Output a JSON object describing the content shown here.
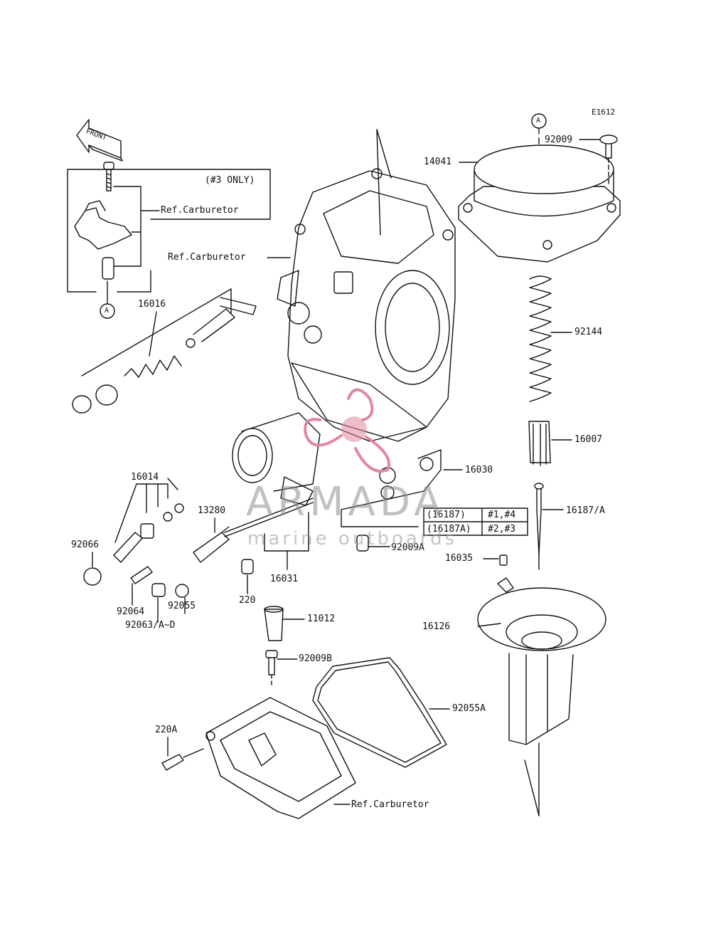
{
  "diagram_code": "E1612",
  "front_label": "FRONT",
  "ref_a": "A",
  "note_3_only": "(#3 ONLY)",
  "parts": {
    "p92009": "92009",
    "p14041": "14041",
    "p92144": "92144",
    "p16007": "16007",
    "p16187": "16187/A",
    "p16030": "16030",
    "p16016": "16016",
    "p16014": "16014",
    "p13280": "13280",
    "p92066": "92066",
    "p92064": "92064",
    "p92055": "92055",
    "p92063": "92063/A~D",
    "p220": "220",
    "p16031": "16031",
    "p92009a": "92009A",
    "p16035": "16035",
    "p16126": "16126",
    "p11012": "11012",
    "p92009b": "92009B",
    "p92055a": "92055A",
    "p220a": "220A"
  },
  "ref_carburetor": "Ref.Carburetor",
  "table": {
    "rows": [
      {
        "part": "(16187)",
        "cyl": "#1,#4"
      },
      {
        "part": "(16187A)",
        "cyl": "#2,#3"
      }
    ]
  },
  "watermark": {
    "title": "ARMADA",
    "subtitle": "marine outboards",
    "accent_color": "#e0869f"
  }
}
